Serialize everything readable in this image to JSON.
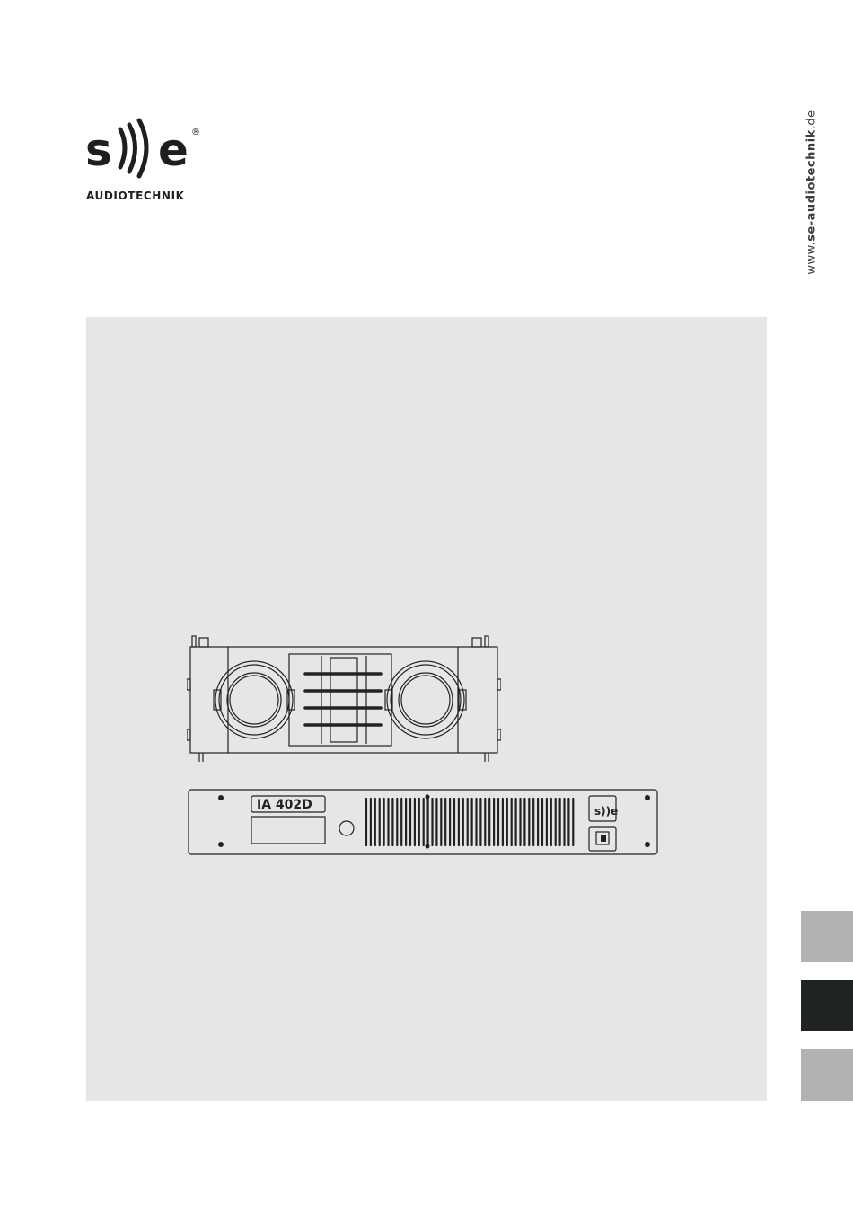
{
  "brand": {
    "logo_text": "s))e",
    "registered_mark": "®",
    "subtitle": "AUDIOTECHNIK",
    "color": "#1c1f1e"
  },
  "website": {
    "prefix": "www.",
    "domain": "se-audiotechnik",
    "suffix": ".de"
  },
  "product": {
    "amplifier_model": "IA 402D"
  },
  "colors": {
    "panel": "#e6e6e6",
    "tab_light": "#b2b2b2",
    "tab_dark": "#1f2423"
  }
}
